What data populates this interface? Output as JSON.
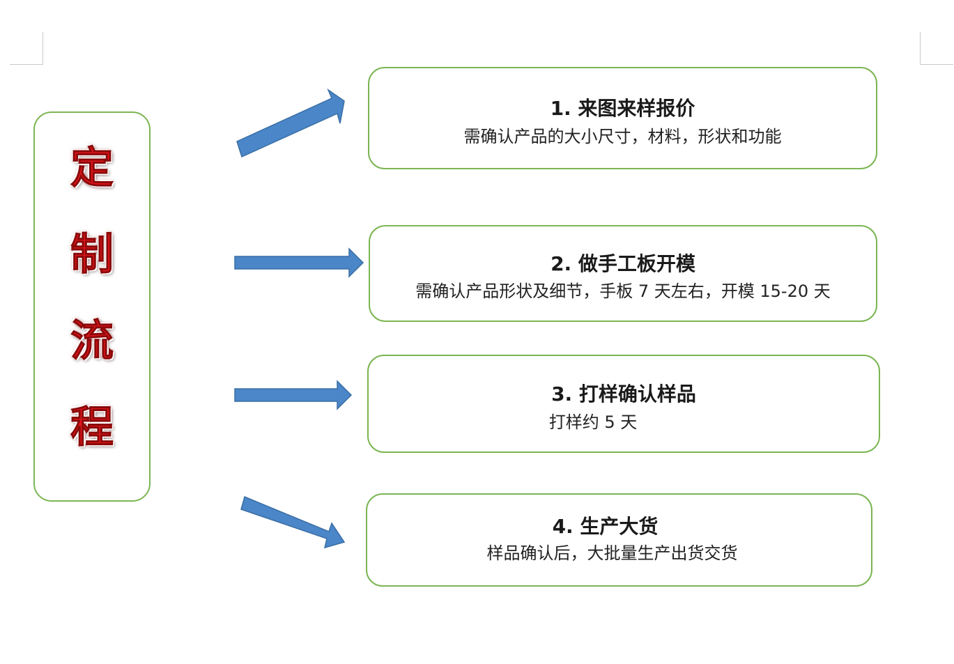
{
  "title_chars": [
    "定",
    "制",
    "流",
    "程"
  ],
  "steps": [
    {
      "title": "1.  来图来样报价",
      "desc": "需确认产品的大小尺寸，材料，形状和功能"
    },
    {
      "title": "2.  做手工板开模",
      "desc": "需确认产品形状及细节，手板 7 天左右，开模 15-20 天"
    },
    {
      "title": "3.  打样确认样品",
      "desc": "打样约 5 天"
    },
    {
      "title": "4.  生产大货",
      "desc": "样品确认后，大批量生产出货交货"
    }
  ],
  "colors": {
    "box_border": "#7bb552",
    "arrow_fill": "#4a86c8",
    "arrow_stroke": "#3a6ea5",
    "title_red": "#e0141c"
  }
}
